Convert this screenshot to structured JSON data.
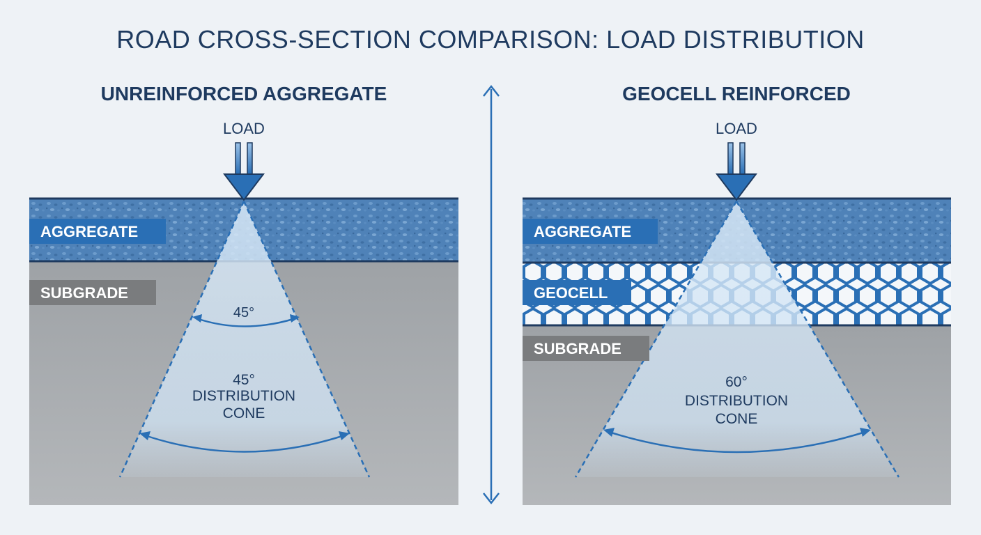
{
  "title": "ROAD CROSS-SECTION COMPARISON: LOAD DISTRIBUTION",
  "colors": {
    "navy": "#1e3a5f",
    "blue": "#2a6fb5",
    "aggregate": "#4f82b8",
    "subgrade": "#a6a9ac",
    "label_subgrade": "#7a7c7e",
    "cone": "#cfe2f3"
  },
  "left": {
    "heading": "UNREINFORCED AGGREGATE",
    "load_label": "LOAD",
    "layers": [
      {
        "label": "AGGREGATE"
      },
      {
        "label": "SUBGRADE"
      }
    ],
    "angle_label": "45°",
    "cone_label": [
      "45°",
      "DISTRIBUTION",
      "CONE"
    ]
  },
  "right": {
    "heading": "GEOCELL REINFORCED",
    "load_label": "LOAD",
    "layers": [
      {
        "label": "AGGREGATE"
      },
      {
        "label": "GEOCELL"
      },
      {
        "label": "SUBGRADE"
      }
    ],
    "cone_label": [
      "60°",
      "DISTRIBUTION",
      "CONE"
    ]
  }
}
